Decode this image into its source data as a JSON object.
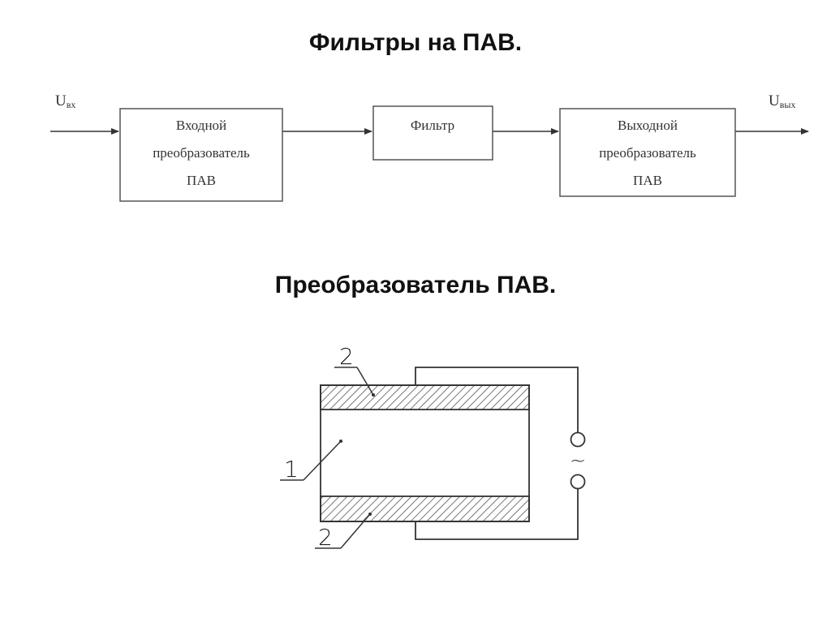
{
  "titles": {
    "block_diagram": "Фильтры на ПАВ.",
    "transducer": "Преобразователь ПАВ."
  },
  "block_diagram": {
    "input_label": {
      "main": "U",
      "sub": "вх"
    },
    "output_label": {
      "main": "U",
      "sub": "вых"
    },
    "blocks": [
      {
        "lines": [
          "Входной",
          "преобразователь",
          "ПАВ"
        ]
      },
      {
        "lines": [
          "Фильтр"
        ]
      },
      {
        "lines": [
          "Выходной",
          "преобразователь",
          "ПАВ"
        ]
      }
    ]
  },
  "transducer": {
    "labels": {
      "substrate": "1",
      "electrode_top": "2",
      "electrode_bottom": "2"
    },
    "source_symbol": "~"
  }
}
